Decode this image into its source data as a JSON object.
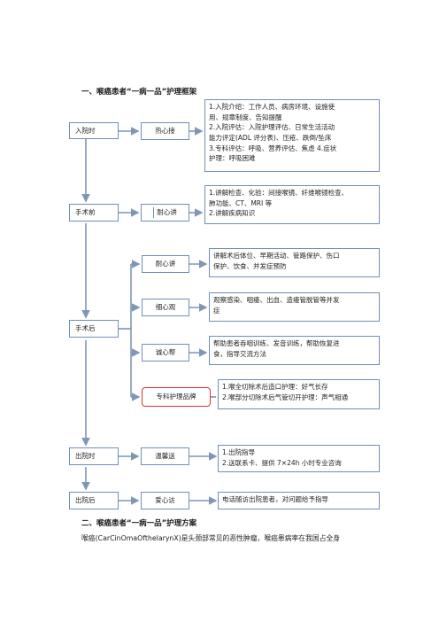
{
  "section1_title": "一、喉癌患者“一病一品”护理框架",
  "stages": {
    "admission": "入院时",
    "preop": "手术前",
    "postop": "手术后",
    "discharge": "出院时",
    "after_discharge": "出院后"
  },
  "services": {
    "warm_reception": "热心接",
    "patient_explain_pre": "耐心讲",
    "patient_explain_post": "耐心讲",
    "careful_observe": "细心观",
    "sincere_help": "诚心帮",
    "specialty_brand": "专科护理品牌",
    "warm_send": "温馨送",
    "caring_visit": "爱心访"
  },
  "contents": {
    "admission": [
      "1.入院介绍：工作人员、病房环境、设施使",
      "用、规章制度、告知提醒",
      "2.入院评估：入院护理评估、日常生活活动",
      "能力评定(ADL 评分表)、压疮、跌倒/坠床",
      "3.专科评估：呼吸、营养评估、焦虑  4.症状",
      "护理：呼吸困难"
    ],
    "preop": [
      "1.讲解检查、化验：间接喉镜、纤维喉镜检查、",
      "肺功能、CT、MRI 等",
      "2.讲解疾病知识"
    ],
    "postop_explain": [
      "讲解术后体位、早期活动、管路保护、伤口",
      "保护、饮食、并发症预防"
    ],
    "postop_observe": [
      "观察感染、咽瘘、出血、造瘘管脱管等并发",
      "症"
    ],
    "postop_help": [
      "帮助患者吞咽训练、发音训练，帮助恢复进",
      "食，指导交流方法"
    ],
    "postop_brand": [
      "1.喉全切除术后造口护理：好气长存",
      "2.喉部分切除术后气管切开护理：声气相通"
    ],
    "discharge": [
      "1.出院指导",
      "2.送联系卡、提供 7×24h 小时专业咨询"
    ],
    "after_discharge": [
      "电话随访出院患者，对问题给予指导"
    ]
  },
  "section2_title": "二、喉癌患者“一病一品”护理方案",
  "paragraph": "喉癌(CarCinOmaOfthelarynX)是头颈部常见的恶性肿瘤，喉癌患病率在我国占全身",
  "colors": {
    "border": "#6f8fb8",
    "highlight": "#e03030",
    "arrow": "#7f96b5"
  }
}
